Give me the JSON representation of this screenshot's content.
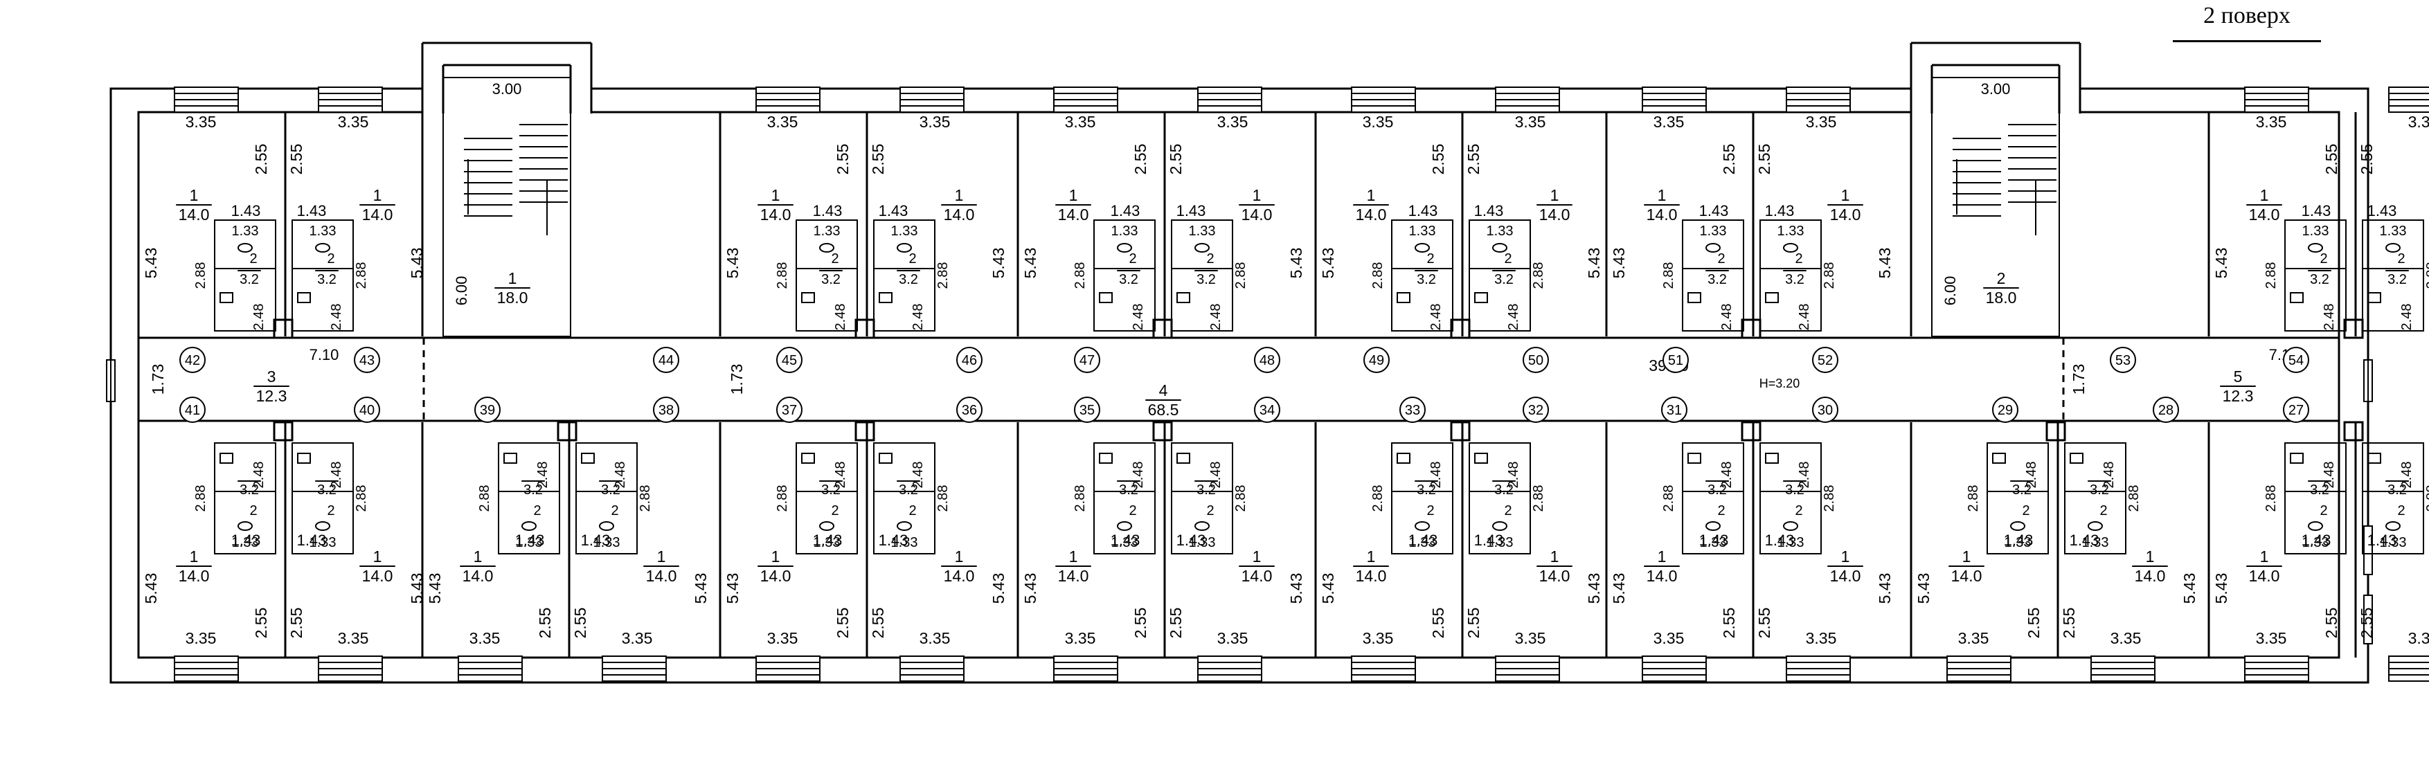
{
  "header": {
    "floor_label": "2 поверх"
  },
  "colors": {
    "line": "#000000",
    "background": "#ffffff"
  },
  "labels": {
    "stair_width": "3.00",
    "stair_depth": "6.00",
    "stair_room_no": [
      "1",
      "2"
    ],
    "stair_room_area": "18.0",
    "room_no": "1",
    "room_area": "14.0",
    "room_width": "3.35",
    "room_depth": "5.43",
    "room_inner": "2.55",
    "wc_width": "1.43",
    "wc_small_width": "1.33",
    "wc_depth": "2.88",
    "wc_inner": "2.48",
    "wc_room_no": "2",
    "wc_area": "3.2",
    "corr_width": "1.73"
  },
  "corridor": {
    "left": {
      "no": "3",
      "area": "12.3",
      "length": "7.10"
    },
    "center": {
      "no": "4",
      "area": "68.5",
      "length": "39.60",
      "height": "H=3.20"
    },
    "right": {
      "no": "5",
      "area": "12.3",
      "length": "7.10"
    }
  },
  "door_numbers": {
    "top": [
      "42",
      "43",
      "44",
      "45",
      "46",
      "47",
      "48",
      "49",
      "50",
      "51",
      "52",
      "53",
      "54"
    ],
    "bottom": [
      "41",
      "40",
      "39",
      "38",
      "37",
      "36",
      "35",
      "34",
      "33",
      "32",
      "31",
      "30",
      "29",
      "28",
      "27"
    ]
  }
}
